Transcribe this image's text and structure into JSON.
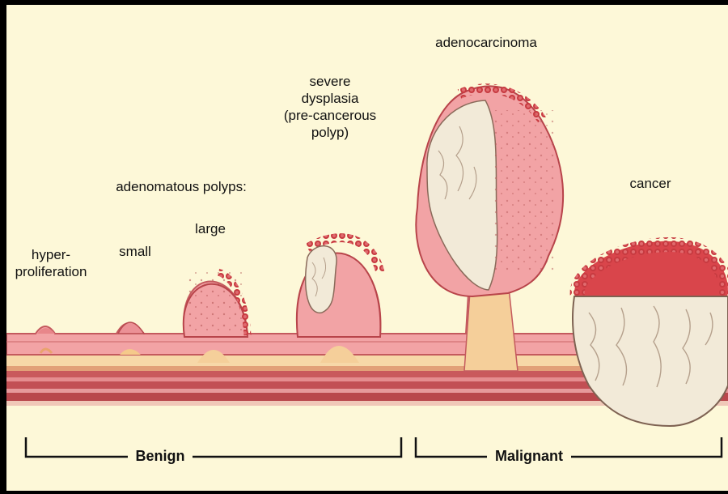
{
  "labels": {
    "hyperproliferation": [
      "hyper-",
      "proliferation"
    ],
    "adenomatous_polyps": "adenomatous polyps:",
    "small": "small",
    "large": "large",
    "severe_dysplasia": [
      "severe",
      "dysplasia",
      "(pre-cancerous",
      "polyp)"
    ],
    "adenocarcinoma": "adenocarcinoma",
    "cancer": "cancer",
    "benign": "Benign",
    "malignant": "Malignant"
  },
  "colors": {
    "background": "#fdf8d8",
    "tissue_pink": "#f2a3a5",
    "tissue_dark": "#c45a5e",
    "tumor_white": "#f2ead8",
    "stalk_tan": "#f5cf9a",
    "muscle_band": "#c9595c",
    "border_red": "#b7333a"
  }
}
